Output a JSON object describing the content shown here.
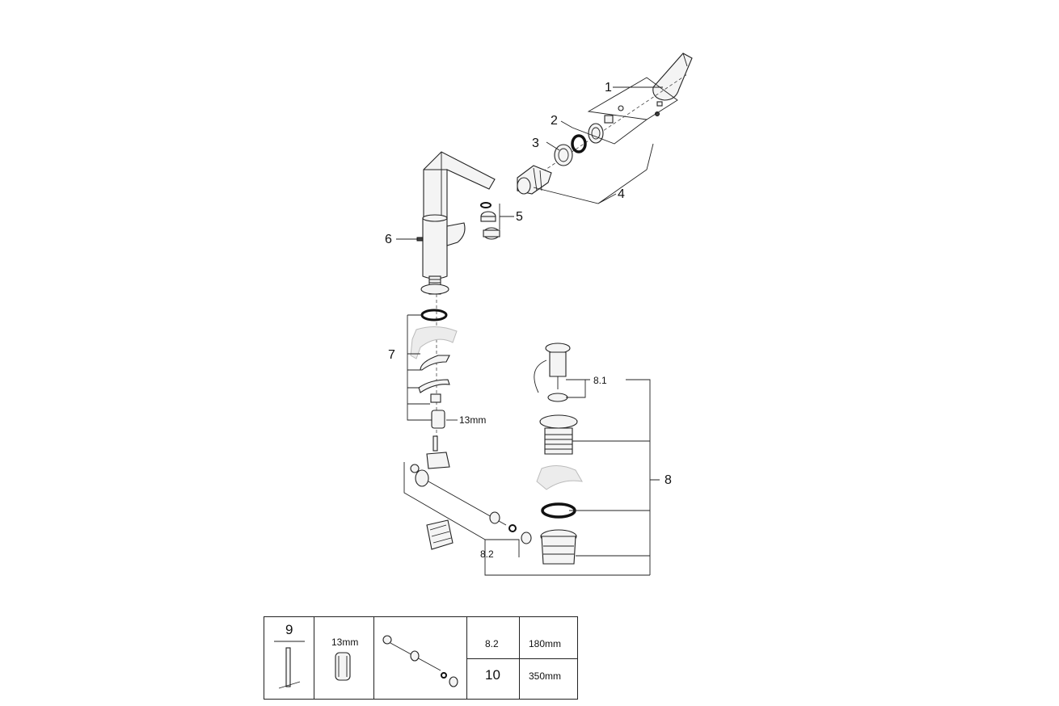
{
  "callouts": {
    "c1": "1",
    "c2": "2",
    "c3": "3",
    "c4": "4",
    "c5": "5",
    "c6": "6",
    "c7": "7",
    "c8": "8",
    "c8_1": "8.1",
    "c8_2": "8.2",
    "wrench": "13mm"
  },
  "table": {
    "tool_number": "9",
    "wrench_size": "13mm",
    "rows": [
      {
        "key": "8.2",
        "value": "180mm"
      },
      {
        "key": "10",
        "value": "350mm"
      }
    ]
  }
}
